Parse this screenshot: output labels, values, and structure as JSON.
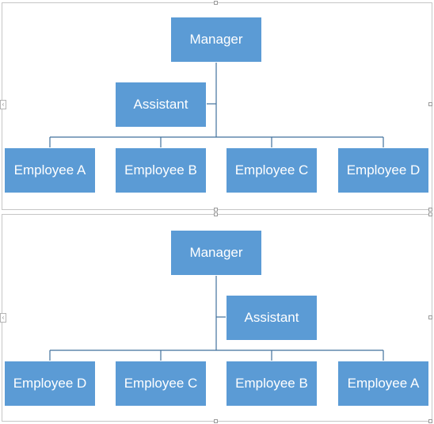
{
  "colors": {
    "node_fill": "#5b9bd5",
    "connector": "#41719c",
    "frame_border": "#c6c6c6"
  },
  "icons": {
    "collapse_tab": "chevron-left-icon"
  },
  "diagrams": [
    {
      "manager": "Manager",
      "assistant": "Assistant",
      "employees": [
        "Employee A",
        "Employee B",
        "Employee C",
        "Employee D"
      ]
    },
    {
      "manager": "Manager",
      "assistant": "Assistant",
      "employees": [
        "Employee D",
        "Employee C",
        "Employee B",
        "Employee A"
      ]
    }
  ]
}
